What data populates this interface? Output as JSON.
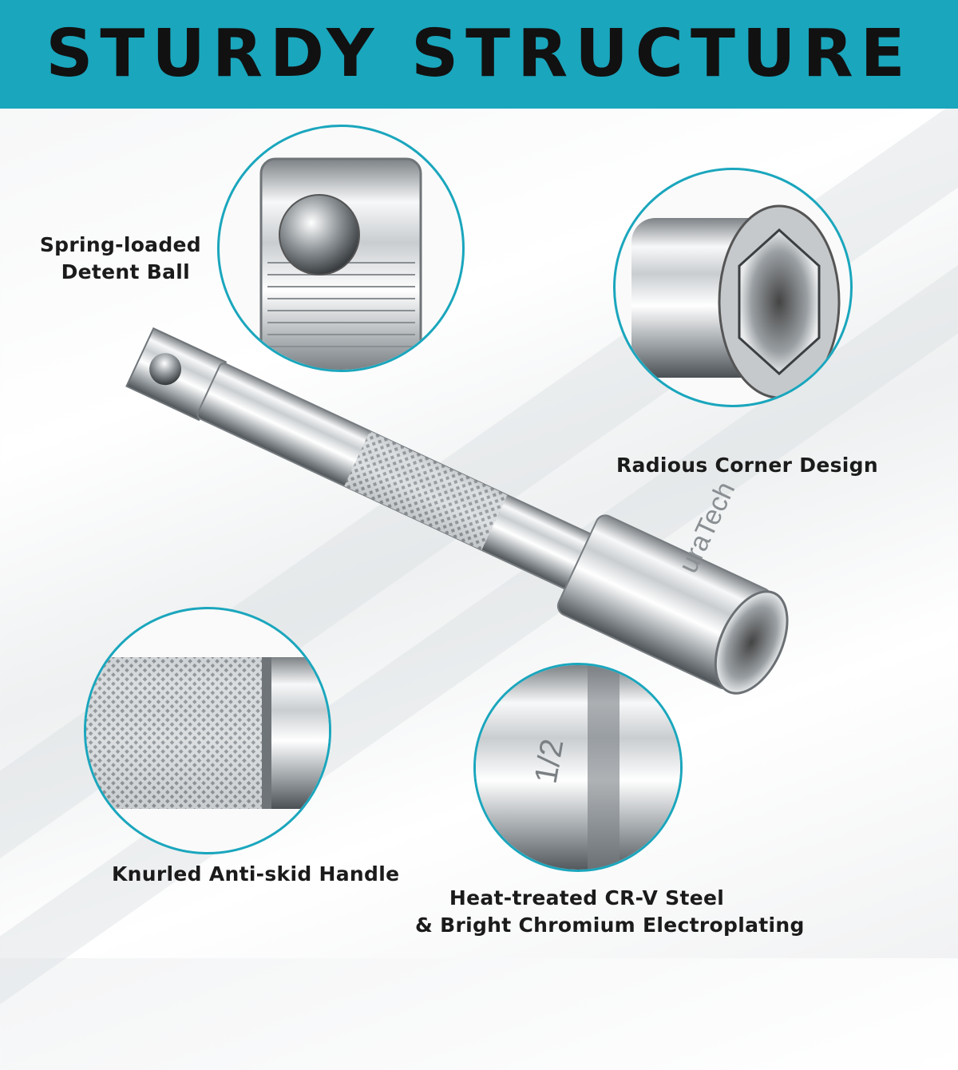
{
  "banner": {
    "title": "STURDY STRUCTURE",
    "color": "#1aa6bd"
  },
  "callouts": {
    "detent_ball": {
      "line1": "Spring-loaded",
      "line2": "Detent Ball"
    },
    "corner": {
      "line1": "Radious Corner Design"
    },
    "handle": {
      "line1": "Knurled Anti-skid Handle"
    },
    "steel": {
      "line1": "Heat-treated CR-V Steel",
      "line2": "& Bright Chromium Electroplating"
    }
  },
  "product": {
    "brand_mark": "uraTech",
    "size_mark": "1/2"
  },
  "icons": [
    "detent-ball-closeup",
    "socket-corner-closeup",
    "knurled-handle-closeup",
    "size-marking-closeup",
    "extension-bar"
  ]
}
